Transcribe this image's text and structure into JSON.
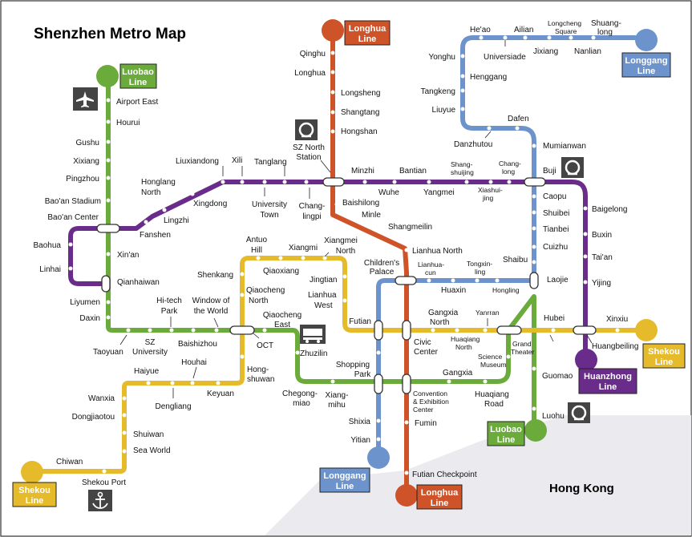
{
  "title": "Shenzhen Metro Map",
  "region_label": "Hong Kong",
  "colors": {
    "luobao": "#6aab3b",
    "longhua": "#cf5328",
    "longgang": "#6c93cc",
    "shekou": "#e5bb2c",
    "huanzhong": "#6a2c8a",
    "border": "#333333"
  },
  "line_tags": {
    "luobao_top": [
      "Luobao",
      "Line"
    ],
    "luobao_bottom": [
      "Luobao",
      "Line"
    ],
    "longhua_top": [
      "Longhua",
      "Line"
    ],
    "longhua_bottom": [
      "Longhua",
      "Line"
    ],
    "longgang_top": [
      "Longgang",
      "Line"
    ],
    "longgang_bottom": [
      "Longgang",
      "Line"
    ],
    "shekou_left": [
      "Shekou",
      "Line"
    ],
    "shekou_right": [
      "Shekou",
      "Line"
    ],
    "huanzhong": [
      "Huanzhong",
      "Line"
    ]
  },
  "icons": {
    "airport": "airplane-icon",
    "rail_sz_north": "railway-station-icon",
    "rail_buji": "railway-station-icon",
    "rail_luohu": "railway-station-icon",
    "bus_zhuzilin": "bus-icon",
    "port_shekou": "anchor-icon"
  },
  "stations": {
    "airport_east": "Airport East",
    "hourui": "Hourui",
    "gushu": "Gushu",
    "xixiang": "Xixiang",
    "pingzhou": "Pingzhou",
    "baoan_stadium": "Bao'an Stadium",
    "baoan_center": "Bao'an Center",
    "baohua": "Baohua",
    "linhai": "Linhai",
    "liyumen": "Liyumen",
    "daxin": "Daxin",
    "xinan": "Xin'an",
    "qianhaiwan": "Qianhaiwan",
    "fanshen": "Fanshen",
    "lingzhi": "Lingzhi",
    "honglang_north": [
      "Honglang",
      "North"
    ],
    "xingdong": "Xingdong",
    "liuxiandong": "Liuxiandong",
    "xili": "Xili",
    "tanglang": "Tanglang",
    "university_town": [
      "University",
      "Town"
    ],
    "changlingpi": [
      "Chang-",
      "lingpi"
    ],
    "sz_north": [
      "SZ North",
      "Station"
    ],
    "qinghu": "Qinghu",
    "longhua": "Longhua",
    "longsheng": "Longsheng",
    "shangtang": "Shangtang",
    "hongshan": "Hongshan",
    "minzhi": "Minzhi",
    "baishilong": "Baishilong",
    "minle": "Minle",
    "shangmeilin": "Shangmeilin",
    "lianhua_north": "Lianhua North",
    "wuhe": "Wuhe",
    "bantian": "Bantian",
    "yangmei": "Yangmei",
    "shangshuijing": [
      "Shang-",
      "shuijing"
    ],
    "xiashuijing": [
      "Xiashui-",
      "jing"
    ],
    "changlong": [
      "Chang-",
      "long"
    ],
    "buji": "Buji",
    "mumianwan": "Mumianwan",
    "dafen": "Dafen",
    "danzhutou": "Danzhutou",
    "liuyue": "Liuyue",
    "tangkeng": "Tangkeng",
    "henggang": "Henggang",
    "yonghu": "Yonghu",
    "heao": "He'ao",
    "universiade": "Universiade",
    "ailian": "Ailian",
    "jixiang": "Jixiang",
    "longcheng_square": [
      "Longcheng",
      "Square"
    ],
    "nanlian": "Nanlian",
    "shuanglong": [
      "Shuang-",
      "long"
    ],
    "caopu": "Caopu",
    "shuibei": "Shuibei",
    "tianbei": "Tianbei",
    "cuizhu": "Cuizhu",
    "shaibu": "Shaibu",
    "laojie": "Laojie",
    "baigelong": "Baigelong",
    "buxin": "Buxin",
    "taian": "Tai'an",
    "yijing": "Yijing",
    "xinxiu": "Xinxiu",
    "huangbeiling": "Huangbeiling",
    "hubei": "Hubei",
    "guomao": "Guomao",
    "luohu": "Luohu",
    "grand_theater": [
      "Grand",
      "Theater"
    ],
    "yanrran": "Yanrran",
    "hongling": "Hongling",
    "tongxinling": [
      "Tongxin-",
      "ling"
    ],
    "huaxin": "Huaxin",
    "lianhuacun": [
      "Lianhua-",
      "cun"
    ],
    "childrens_palace": [
      "Children's",
      "Palace"
    ],
    "gangxia_north": [
      "Gangxia",
      "North"
    ],
    "huaqiang_north": [
      "Huaqiang",
      "North"
    ],
    "science_museum": [
      "Science",
      "Museum"
    ],
    "huaqiang_road": [
      "Huaqiang",
      "Road"
    ],
    "gangxia": "Gangxia",
    "civic_center": [
      "Civic",
      "Center"
    ],
    "convention": [
      "Convention",
      "& Exhibition",
      "Center"
    ],
    "fumin": "Fumin",
    "futian_checkpoint": "Futian Checkpoint",
    "futian": "Futian",
    "shopping_park": [
      "Shopping",
      "Park"
    ],
    "shixia": "Shixia",
    "yitian": "Yitian",
    "xiangmihu": [
      "Xiang-",
      "mihu"
    ],
    "chegongmiao": [
      "Chegong-",
      "miao"
    ],
    "zhuzilin": "Zhuzilin",
    "qiaocheng_east": [
      "Qiaocheng",
      "East"
    ],
    "oct": "OCT",
    "hongshuwan": [
      "Hong-",
      "shuwan"
    ],
    "window_world": [
      "Window of",
      "the World"
    ],
    "baishizhou": "Baishizhou",
    "hitech_park": [
      "Hi-tech",
      "Park"
    ],
    "sz_university": [
      "SZ",
      "University"
    ],
    "taoyuan": "Taoyuan",
    "qiaocheng_north": [
      "Qiaocheng",
      "North"
    ],
    "shenkang": "Shenkang",
    "antuo_hill": [
      "Antuo",
      "Hill"
    ],
    "qiaoxiang": "Qiaoxiang",
    "xiangmi": "Xiangmi",
    "xiangmei_north": [
      "Xiangmei",
      "North"
    ],
    "jingtian": "Jingtian",
    "lianhua_west": [
      "Lianhua",
      "West"
    ],
    "houhai": "Houhai",
    "haiyue": "Haiyue",
    "dengliang": "Dengliang",
    "keyuan": "Keyuan",
    "wanxia": "Wanxia",
    "dongjiaotou": "Dongjiaotou",
    "shuiwan": "Shuiwan",
    "sea_world": "Sea World",
    "chiwan": "Chiwan",
    "shekou_port": "Shekou Port"
  }
}
